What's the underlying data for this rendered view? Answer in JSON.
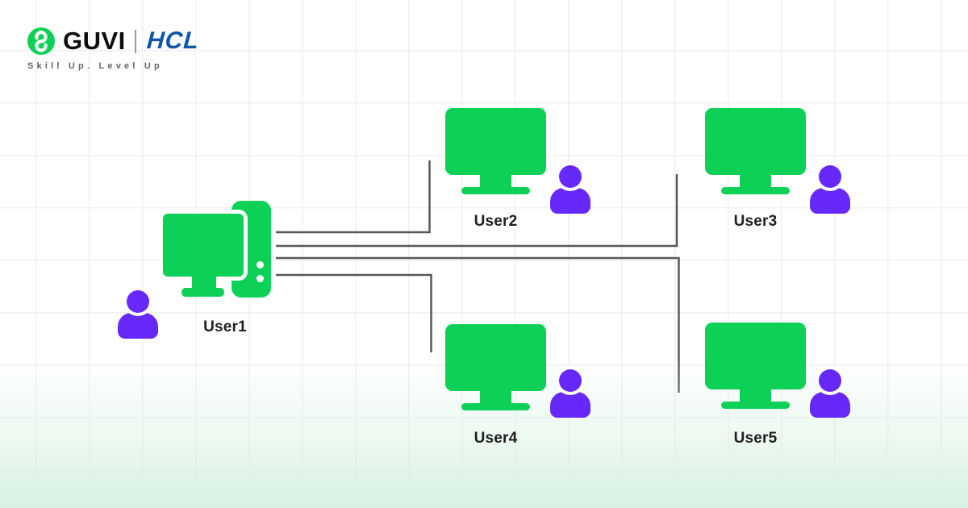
{
  "brand": {
    "logo_icon": "guvi-g-icon",
    "logo_text": "GUVI",
    "partner_text": "HCL",
    "tagline": "Skill Up. Level Up"
  },
  "diagram": {
    "nodes": [
      {
        "id": "user1",
        "label": "User1",
        "icon": "desktop-computer-icon",
        "role": "hub"
      },
      {
        "id": "user2",
        "label": "User2",
        "icon": "monitor-icon"
      },
      {
        "id": "user3",
        "label": "User3",
        "icon": "monitor-icon"
      },
      {
        "id": "user4",
        "label": "User4",
        "icon": "monitor-icon"
      },
      {
        "id": "user5",
        "label": "User5",
        "icon": "monitor-icon"
      }
    ],
    "connections": [
      {
        "from": "user1",
        "to": "user2"
      },
      {
        "from": "user1",
        "to": "user3"
      },
      {
        "from": "user1",
        "to": "user5"
      },
      {
        "from": "user1",
        "to": "user4"
      }
    ]
  },
  "colors": {
    "device_green": "#0dd157",
    "person_purple": "#6629fa",
    "wire_gray": "#58585a",
    "hcl_blue": "#0f57a6",
    "label_dark": "#1f1f1f",
    "tagline_gray": "#666666",
    "grid_line": "#f0f0f2",
    "bottom_mint": "#d7f1e1"
  }
}
